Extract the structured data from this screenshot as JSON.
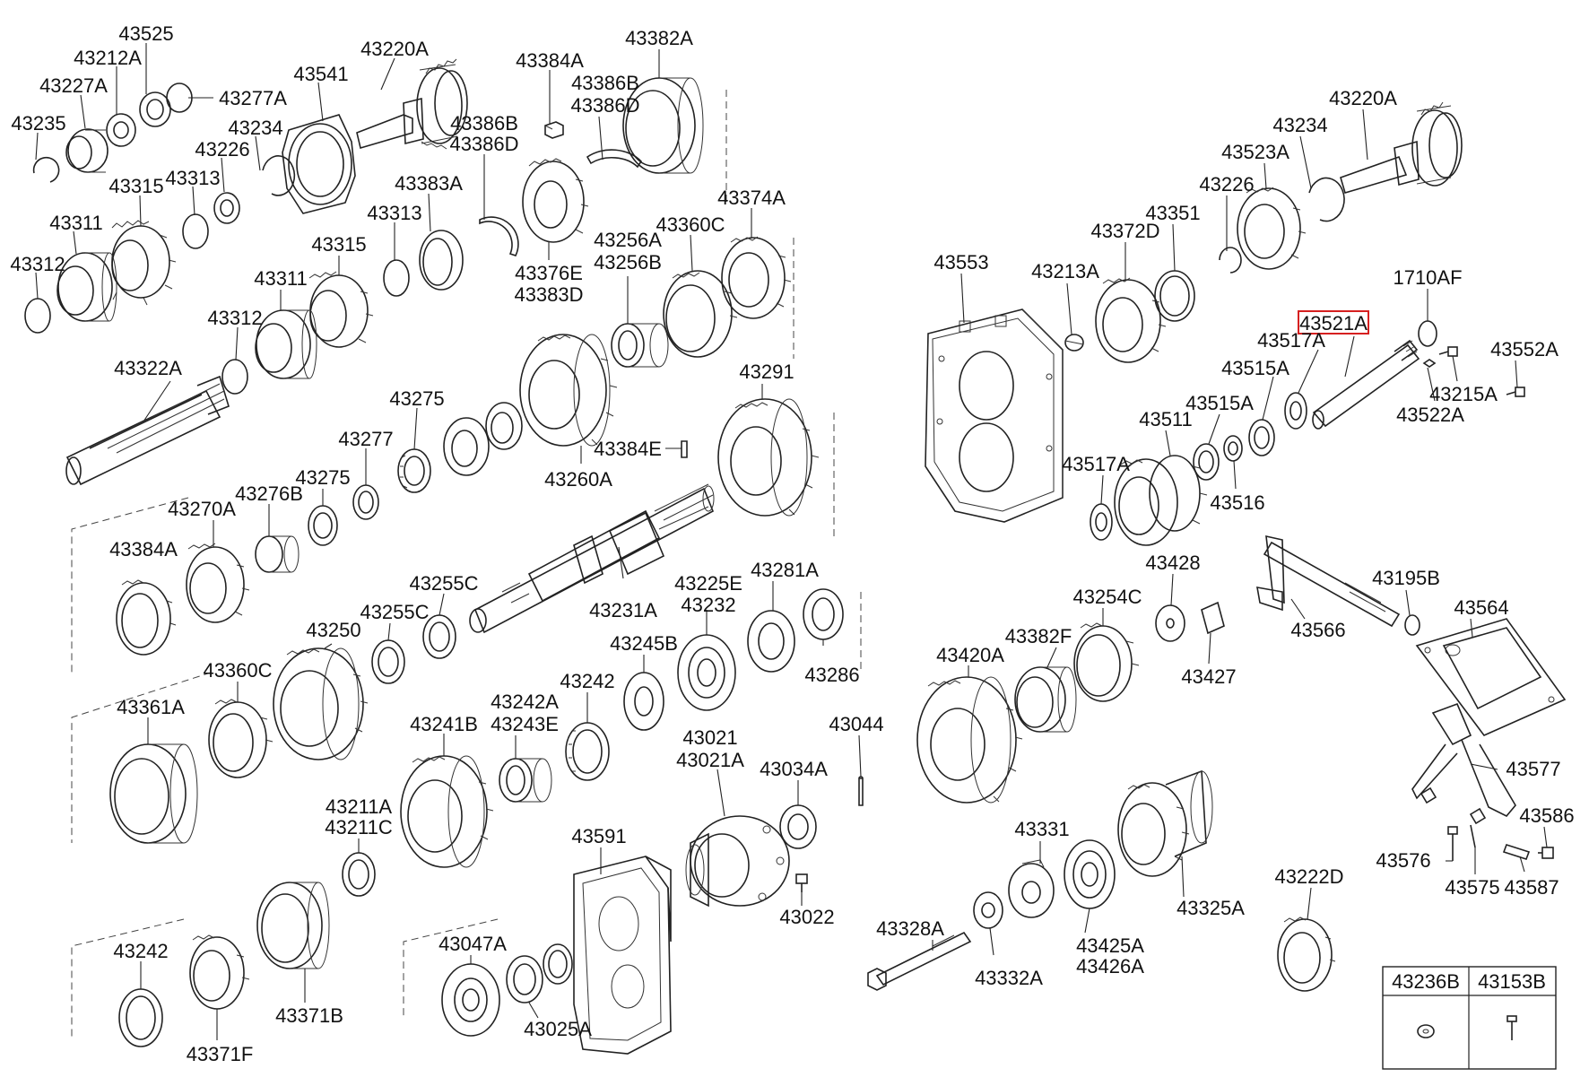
{
  "diagram": {
    "labels": [
      "43525",
      "43212A",
      "43227A",
      "43235",
      "43220A",
      "43541",
      "43277A",
      "43234",
      "43226",
      "43315",
      "43313",
      "43311",
      "43312",
      "43384A",
      "43386B",
      "43386D",
      "43382A",
      "43383A",
      "43376E",
      "43383D",
      "43374A",
      "43256A",
      "43256B",
      "43360C",
      "43322A",
      "43275",
      "43277",
      "43276B",
      "43270A",
      "43291",
      "43384E",
      "43260A",
      "43231A",
      "43255C",
      "43250",
      "43361A",
      "43241B",
      "43242A",
      "43243E",
      "43242",
      "43245B",
      "43225E",
      "43232",
      "43281A",
      "43286",
      "43021",
      "43021A",
      "43034A",
      "43044",
      "43022",
      "43211A",
      "43211C",
      "43591",
      "43047A",
      "43025A",
      "43371B",
      "43371F",
      "43553",
      "43213A",
      "43372D",
      "43351",
      "43523A",
      "1710AF",
      "43521A",
      "43517A",
      "43515A",
      "43552A",
      "43215A",
      "43522A",
      "43511",
      "43516",
      "43428",
      "43254C",
      "43427",
      "43566",
      "43195B",
      "43564",
      "43420A",
      "43382F",
      "43577",
      "43586",
      "43576",
      "43575",
      "43587",
      "43331",
      "43325A",
      "43328A",
      "43332A",
      "43425A",
      "43426A",
      "43222D",
      "43236B",
      "43153B"
    ],
    "highlighted_label": "43521A",
    "legend_headers": [
      "43236B",
      "43153B"
    ]
  }
}
